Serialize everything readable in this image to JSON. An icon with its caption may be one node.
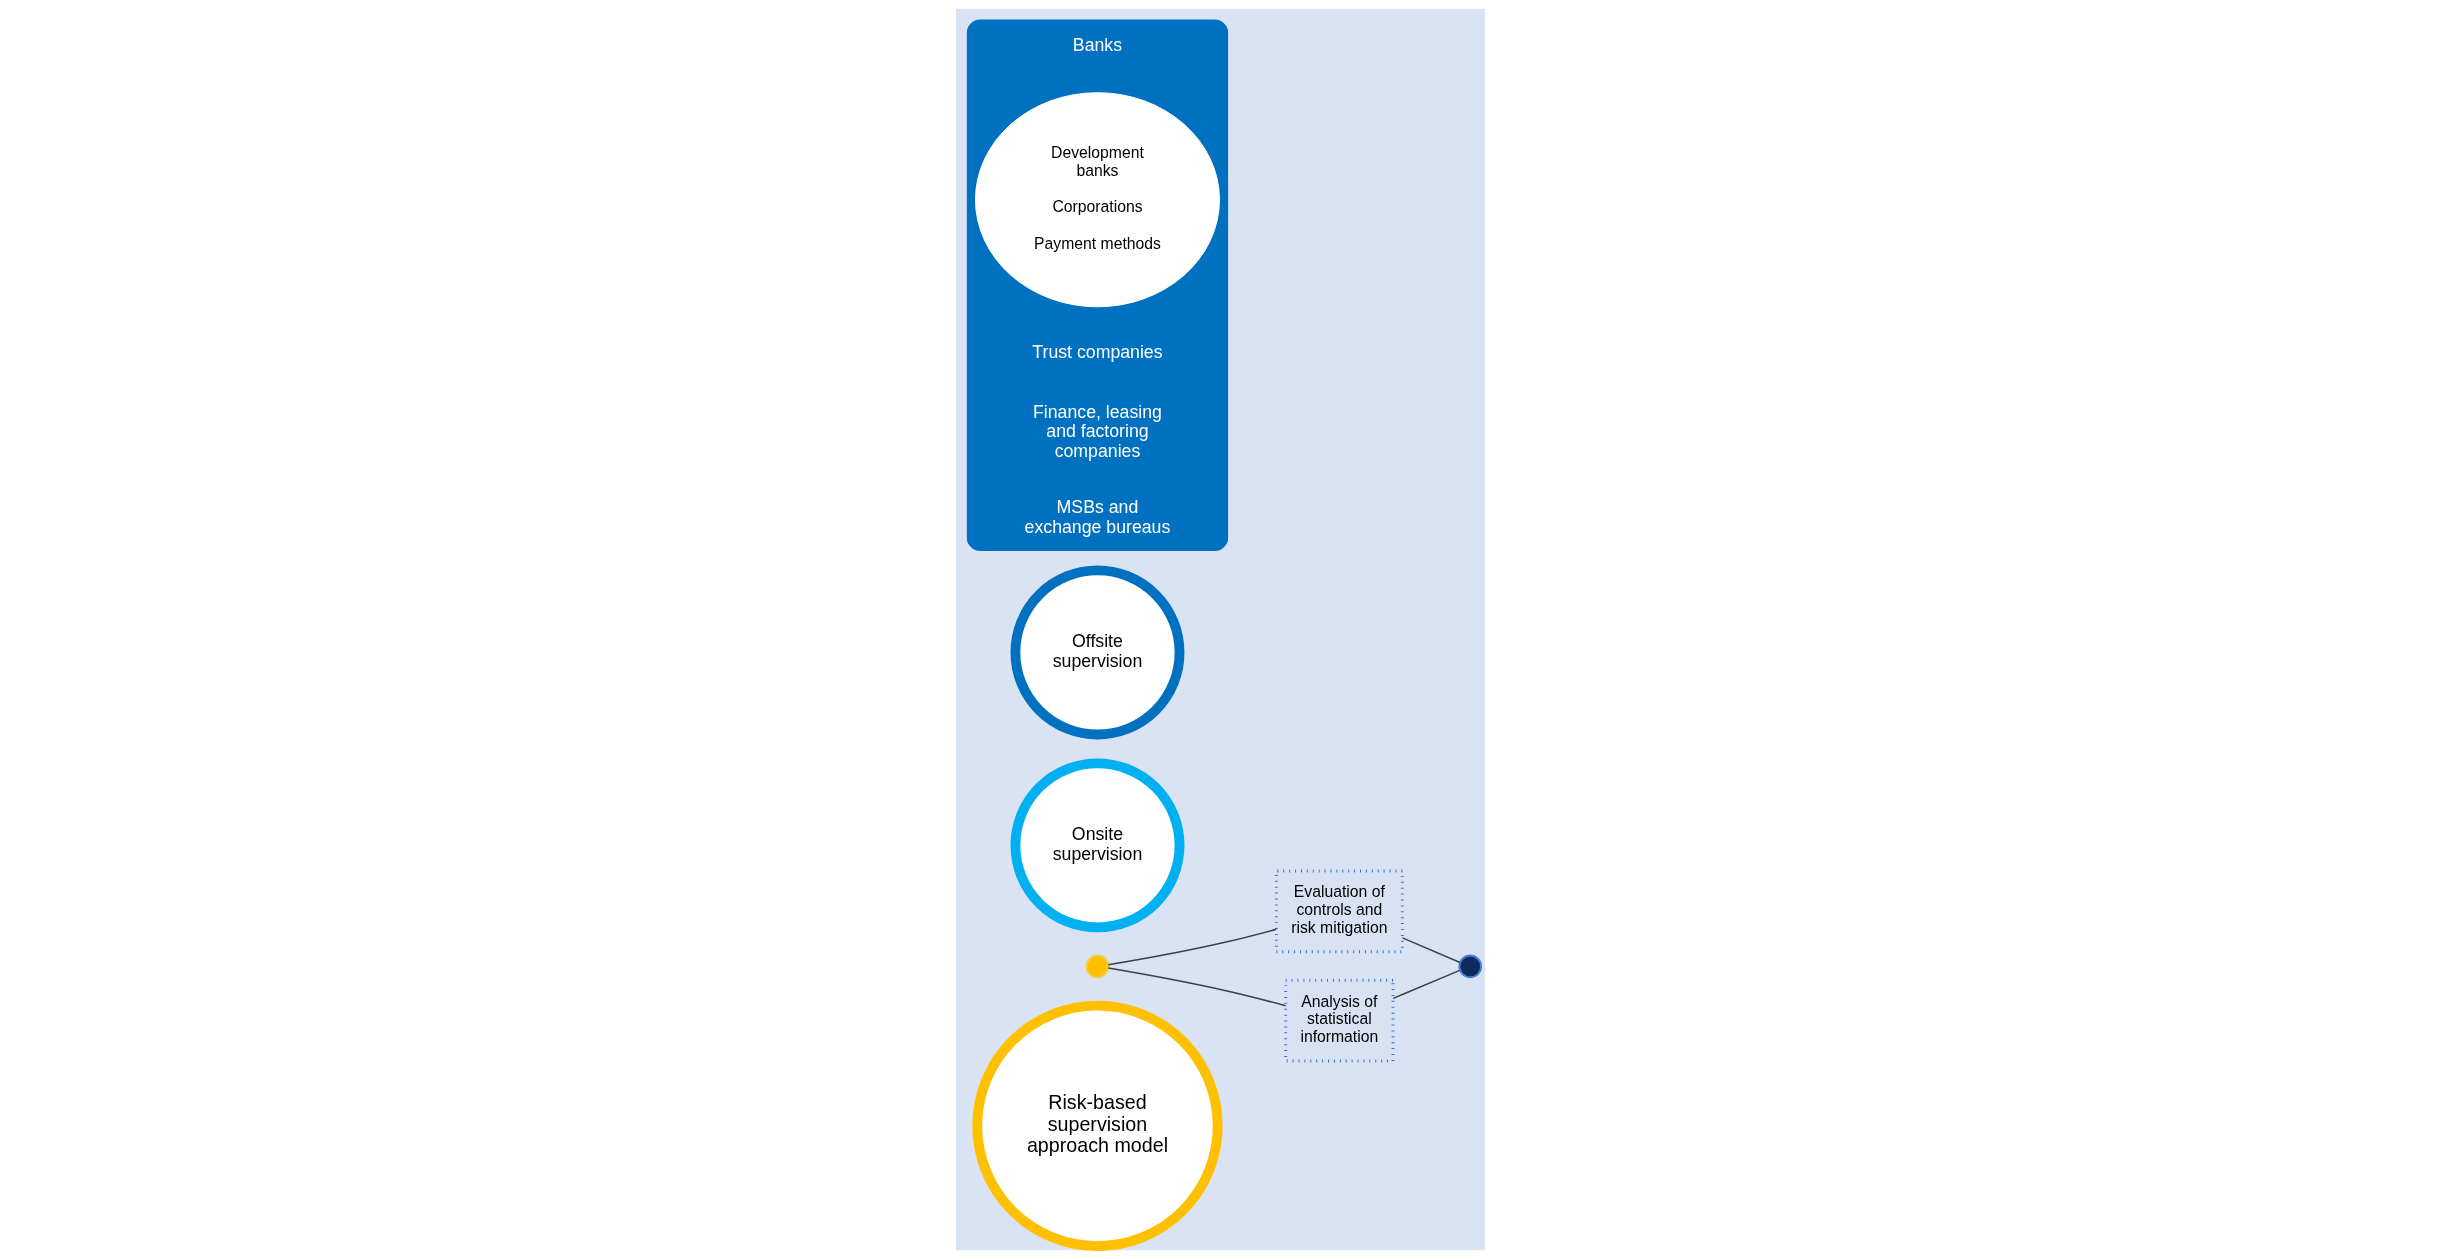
{
  "diagram": {
    "nodes": [
      {
        "text": [
          "Risk-based supervision approach model"
        ]
      },
      {
        "text": [],
        "shape": "circle"
      },
      {
        "text": [
          "Evaluation of controls and risk mitigation"
        ]
      },
      {
        "text": [
          "Analysis of statistical information"
        ]
      },
      {
        "text": [],
        "shape": "circle"
      },
      {
        "text": [
          "Onsite supervision"
        ]
      },
      {
        "text": [
          "Offsite supervision"
        ]
      },
      {
        "text": [],
        "shape": "ellipse"
      },
      {
        "text": [
          "Banks"
        ],
        "in": 7
      },
      {
        "text": [
          "Development banks",
          "Corporations",
          "Payment methods"
        ],
        "in": 7
      },
      {
        "text": [
          "Trust companies"
        ],
        "in": 7
      },
      {
        "text": [
          "Finance, leasing and factoring companies"
        ],
        "in": 7
      },
      {
        "text": [
          "MSBs and exchange bureaus"
        ],
        "in": 7
      }
    ],
    "edges": [
      {
        "from": 1,
        "to": 2,
        "arrow": "none"
      },
      {
        "from": 1,
        "to": 3,
        "arrow": "none"
      },
      {
        "from": 2,
        "to": 4,
        "arrow": "none"
      },
      {
        "from": 3,
        "to": 4,
        "arrow": "none"
      }
    ]
  }
}
